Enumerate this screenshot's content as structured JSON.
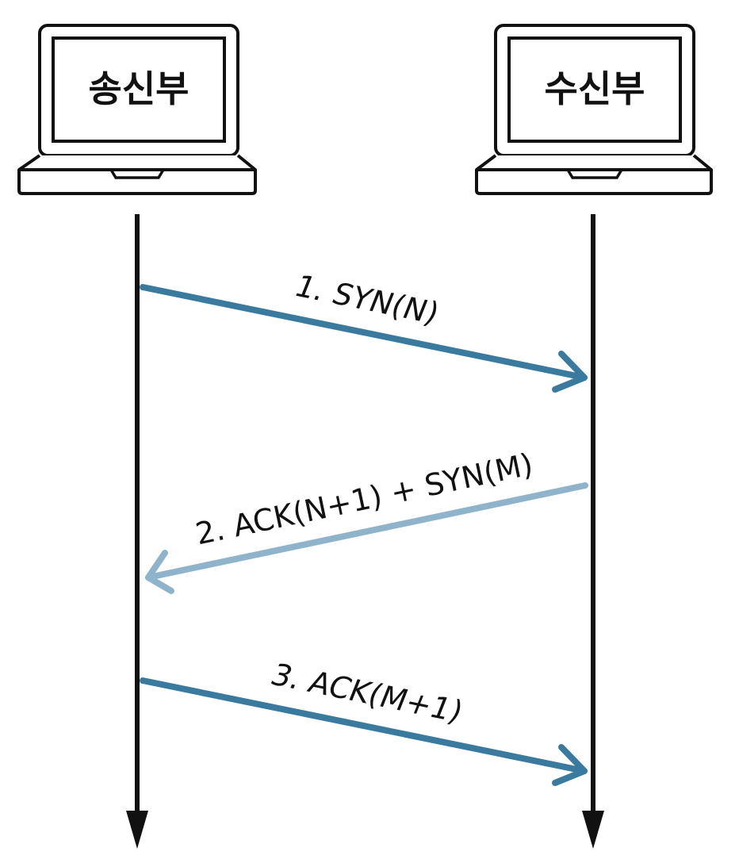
{
  "devices": {
    "sender": {
      "label": "송신부"
    },
    "receiver": {
      "label": "수신부"
    }
  },
  "messages": [
    {
      "label": "1. SYN(N)",
      "direction": "sender-to-receiver",
      "color": "#3a7a9e"
    },
    {
      "label": "2. ACK(N+1) + SYN(M)",
      "direction": "receiver-to-sender",
      "color": "#8fb3cb"
    },
    {
      "label": "3. ACK(M+1)",
      "direction": "sender-to-receiver",
      "color": "#3a7a9e"
    }
  ],
  "colors": {
    "timeline": "#111111",
    "device_outline": "#111111"
  }
}
